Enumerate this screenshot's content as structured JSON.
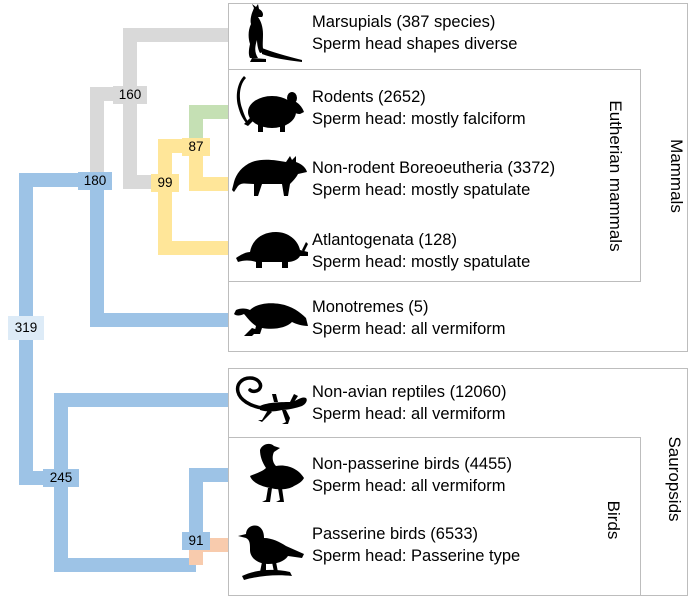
{
  "groups": {
    "mammals": "Mammals",
    "eutherian": "Eutherian mammals",
    "sauropsids": "Sauropsids",
    "birds": "Birds"
  },
  "taxa": [
    {
      "name": "Marsupials (387 species)",
      "sperm": "Sperm head shapes diverse",
      "icon": "kangaroo-icon"
    },
    {
      "name": "Rodents (2652)",
      "sperm": "Sperm head: mostly falciform",
      "icon": "rat-icon"
    },
    {
      "name": "Non-rodent Boreoeutheria (3372)",
      "sperm": "Sperm head: mostly spatulate",
      "icon": "canid-icon"
    },
    {
      "name": "Atlantogenata (128)",
      "sperm": "Sperm head: mostly spatulate",
      "icon": "armadillo-icon"
    },
    {
      "name": "Monotremes (5)",
      "sperm": "Sperm head: all vermiform",
      "icon": "platypus-icon"
    },
    {
      "name": "Non-avian reptiles (12060)",
      "sperm": "Sperm head: all vermiform",
      "icon": "lizard-icon"
    },
    {
      "name": "Non-passerine birds (4455)",
      "sperm": "Sperm head: all vermiform",
      "icon": "goose-icon"
    },
    {
      "name": "Passerine birds (6533)",
      "sperm": "Sperm head: Passerine type",
      "icon": "songbird-icon"
    }
  ],
  "nodes": {
    "root": "319",
    "mammals": "180",
    "theria": "160",
    "eutheria": "99",
    "boreoeutheria": "87",
    "sauropsids": "245",
    "birds": "91"
  },
  "colors": {
    "vermiform": "#9dc3e6",
    "gray": "#d9d9d9",
    "spatulate": "#ffe699",
    "falciform": "#c5e0b4",
    "passerine": "#f8cbad",
    "root_box": "#ddebf7",
    "frame": "#bdbdbd"
  }
}
